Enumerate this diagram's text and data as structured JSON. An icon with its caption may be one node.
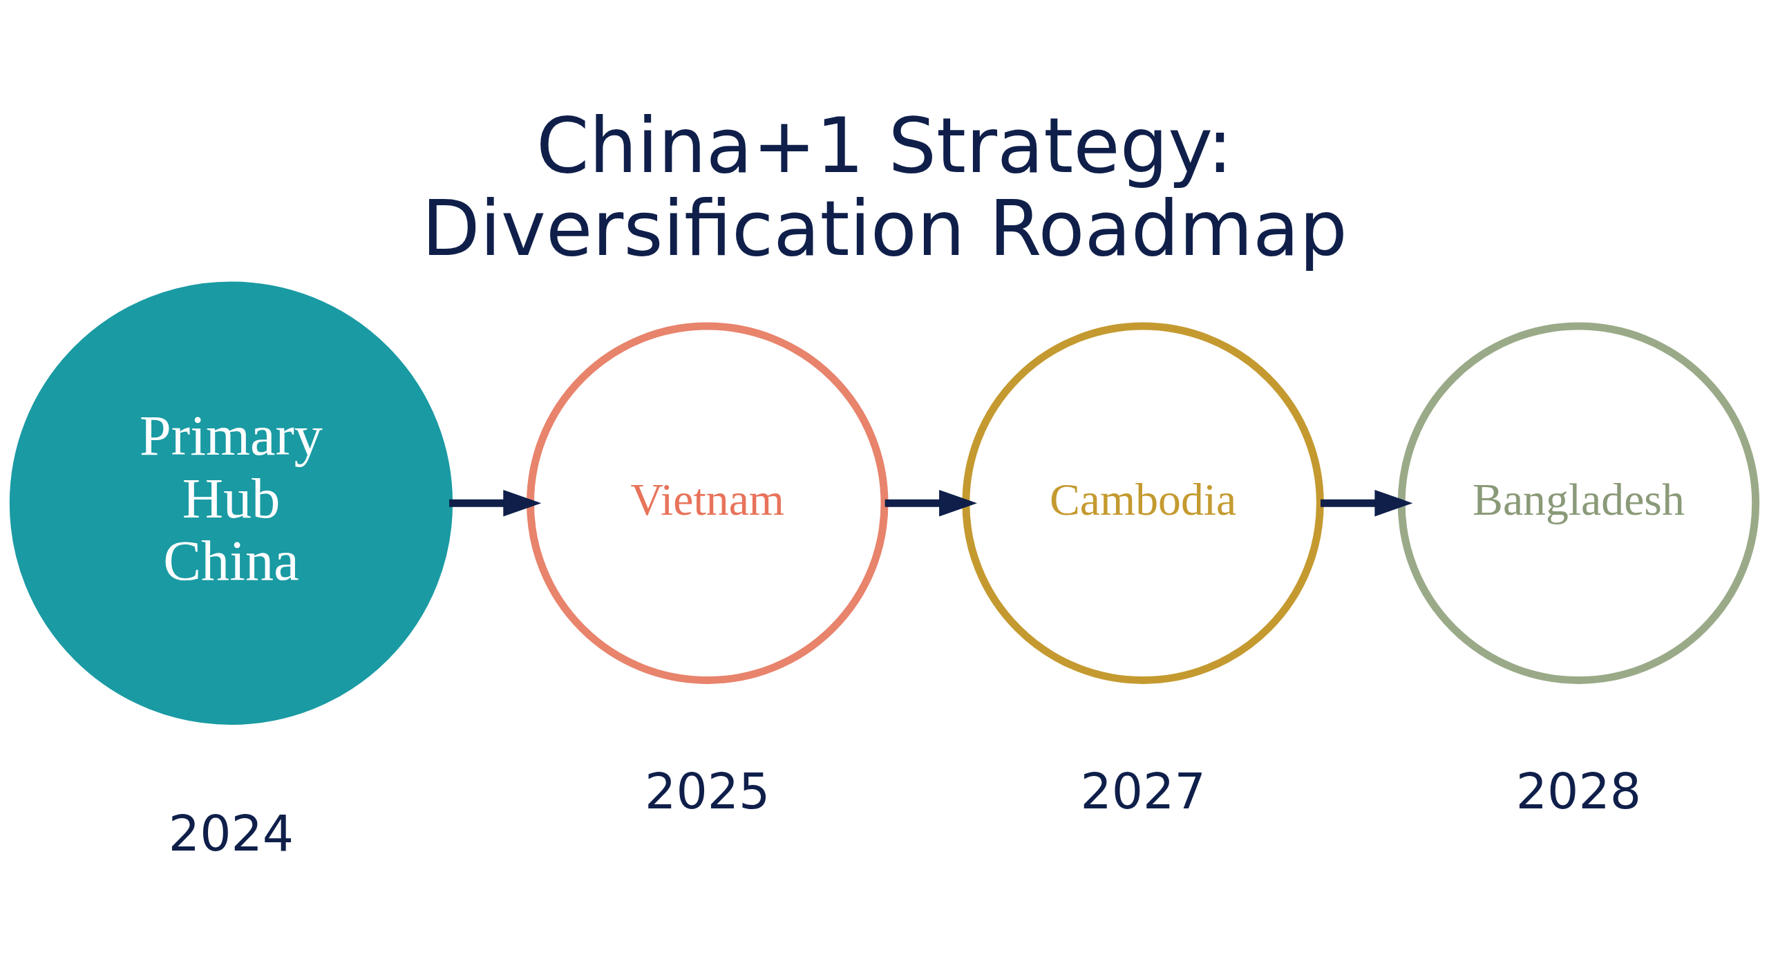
{
  "diagram": {
    "title": "China+1 Strategy: Diversification Roadmap",
    "nodes": [
      {
        "text": [
          "Primary Hub China"
        ]
      },
      {
        "text": [
          "Vietnam"
        ]
      },
      {
        "text": [
          "Cambodia"
        ]
      },
      {
        "text": [
          "Bangladesh"
        ]
      }
    ],
    "edges": [
      {
        "from": 0,
        "to": 1,
        "arrow": "to"
      },
      {
        "from": 1,
        "to": 2,
        "arrow": "to"
      },
      {
        "from": 2,
        "to": 3,
        "arrow": "to"
      }
    ],
    "labels": [
      "2024",
      "2025",
      "2027",
      "2028"
    ]
  }
}
